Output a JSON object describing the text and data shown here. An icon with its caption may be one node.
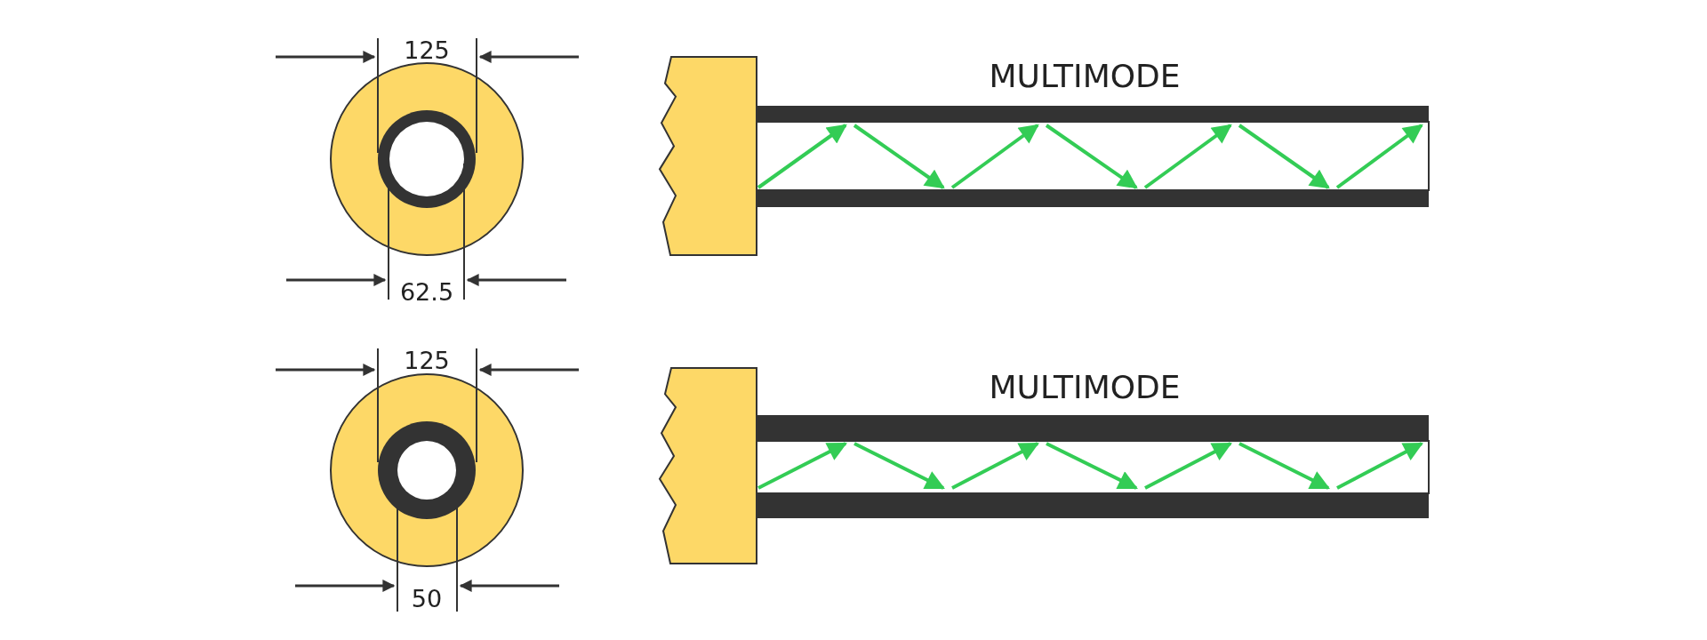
{
  "diagram": {
    "labels": [
      "125",
      "MULTIMODE",
      "62.5",
      "125",
      "MULTIMODE",
      "50"
    ]
  }
}
